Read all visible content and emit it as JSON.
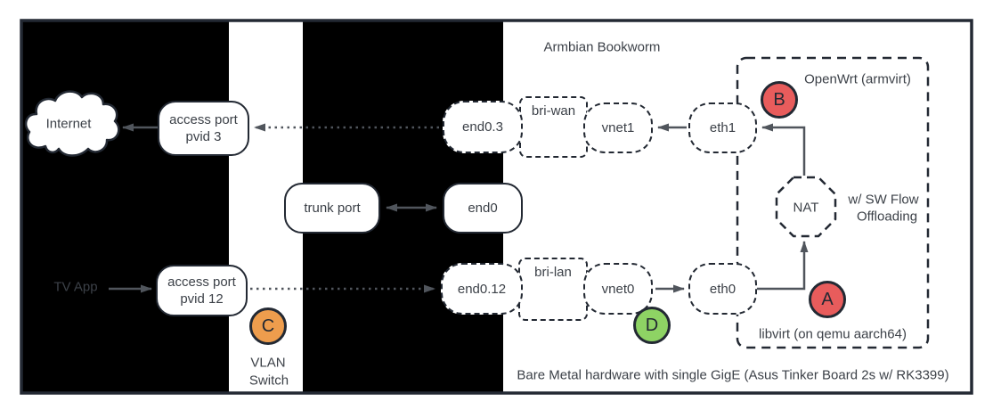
{
  "diagram": {
    "region_labels": {
      "armbian": "Armbian Bookworm",
      "openwrt": "OpenWrt (armvirt)",
      "libvirt": "libvirt (on qemu aarch64)",
      "flow_line1": "w/ SW Flow",
      "flow_line2": "Offloading",
      "vlan_line1": "VLAN",
      "vlan_line2": "Switch",
      "caption": "Bare Metal hardware with single GigE (Asus Tinker Board 2s w/ RK3399)"
    },
    "nodes": {
      "internet": "Internet",
      "tv_app": "TV App",
      "access_port_3_line1": "access port",
      "access_port_3_line2": "pvid 3",
      "access_port_12_line1": "access port",
      "access_port_12_line2": "pvid 12",
      "trunk_port": "trunk port",
      "end0": "end0",
      "end0_3": "end0.3",
      "end0_12": "end0.12",
      "bri_wan": "bri-wan",
      "bri_lan": "bri-lan",
      "vnet1": "vnet1",
      "vnet0": "vnet0",
      "eth1": "eth1",
      "eth0": "eth0",
      "nat": "NAT"
    },
    "markers": {
      "a": "A",
      "b": "B",
      "c": "C",
      "d": "D"
    },
    "colors": {
      "marker_red": "#e85c5c",
      "marker_orange": "#ee9d4d",
      "marker_green": "#8ed364",
      "shape_stroke": "#232933",
      "arrow_gray": "#50555c",
      "black_region": "#000000"
    }
  }
}
